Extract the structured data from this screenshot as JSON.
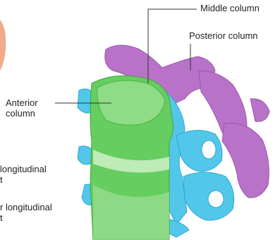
{
  "labels": {
    "middle_column": "Middle column",
    "posterior_column": "Posterior column",
    "anterior_column_line1": "Anterior",
    "anterior_column_line2": "column",
    "posterior_longitudinal_line1": "longitudinal",
    "posterior_longitudinal_line2": "t",
    "anterior_longitudinal_line1": "r longitudinal",
    "anterior_longitudinal_line2": "t"
  },
  "colors": {
    "anterior_column": "#5cc85a",
    "middle_column": "#4cc4e8",
    "posterior_column": "#b46fc4",
    "leader_line": "#333333",
    "partial_ligament": "#e07a4a"
  }
}
